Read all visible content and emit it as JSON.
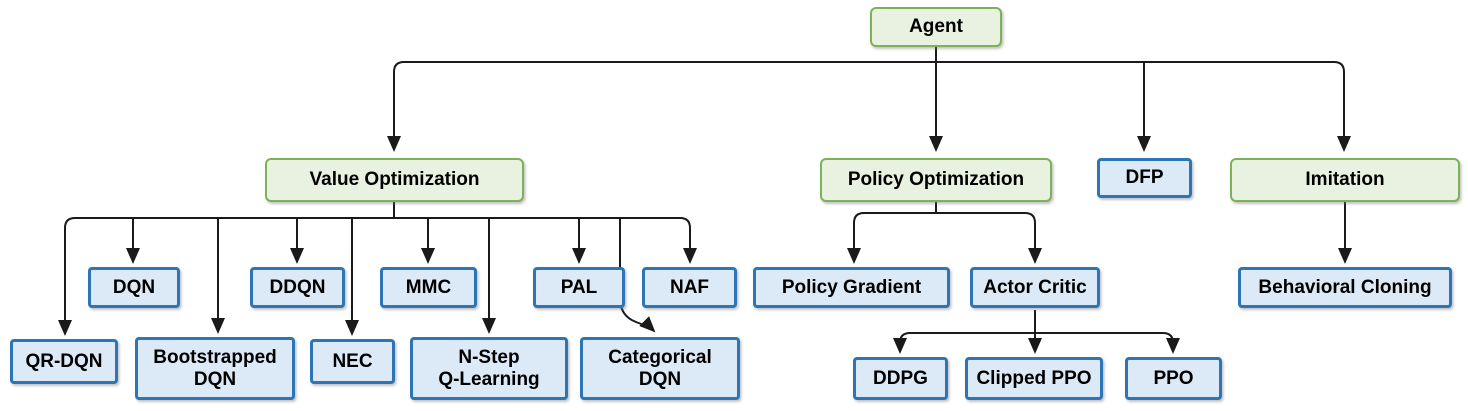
{
  "nodes": {
    "agent": {
      "label": "Agent",
      "type": "green"
    },
    "value_optimization": {
      "label": "Value Optimization",
      "type": "green"
    },
    "policy_optimization": {
      "label": "Policy Optimization",
      "type": "green"
    },
    "dfp": {
      "label": "DFP",
      "type": "blue"
    },
    "imitation": {
      "label": "Imitation",
      "type": "green"
    },
    "dqn": {
      "label": "DQN",
      "type": "blue"
    },
    "ddqn": {
      "label": "DDQN",
      "type": "blue"
    },
    "mmc": {
      "label": "MMC",
      "type": "blue"
    },
    "pal": {
      "label": "PAL",
      "type": "blue"
    },
    "naf": {
      "label": "NAF",
      "type": "blue"
    },
    "qr_dqn": {
      "label": "QR-DQN",
      "type": "blue"
    },
    "bootstrapped_dqn": {
      "label": "Bootstrapped\nDQN",
      "type": "blue"
    },
    "nec": {
      "label": "NEC",
      "type": "blue"
    },
    "n_step_q_learning": {
      "label": "N-Step\nQ-Learning",
      "type": "blue"
    },
    "categorical_dqn": {
      "label": "Categorical\nDQN",
      "type": "blue"
    },
    "policy_gradient": {
      "label": "Policy Gradient",
      "type": "blue"
    },
    "actor_critic": {
      "label": "Actor Critic",
      "type": "blue"
    },
    "ddpg": {
      "label": "DDPG",
      "type": "blue"
    },
    "clipped_ppo": {
      "label": "Clipped PPO",
      "type": "blue"
    },
    "ppo": {
      "label": "PPO",
      "type": "blue"
    },
    "behavioral_cloning": {
      "label": "Behavioral Cloning",
      "type": "blue"
    }
  },
  "edges": [
    [
      "agent",
      "value_optimization"
    ],
    [
      "agent",
      "policy_optimization"
    ],
    [
      "agent",
      "dfp"
    ],
    [
      "agent",
      "imitation"
    ],
    [
      "value_optimization",
      "qr_dqn"
    ],
    [
      "value_optimization",
      "dqn"
    ],
    [
      "value_optimization",
      "bootstrapped_dqn"
    ],
    [
      "value_optimization",
      "ddqn"
    ],
    [
      "value_optimization",
      "nec"
    ],
    [
      "value_optimization",
      "mmc"
    ],
    [
      "value_optimization",
      "n_step_q_learning"
    ],
    [
      "value_optimization",
      "pal"
    ],
    [
      "value_optimization",
      "categorical_dqn"
    ],
    [
      "value_optimization",
      "naf"
    ],
    [
      "policy_optimization",
      "policy_gradient"
    ],
    [
      "policy_optimization",
      "actor_critic"
    ],
    [
      "actor_critic",
      "ddpg"
    ],
    [
      "actor_critic",
      "clipped_ppo"
    ],
    [
      "actor_critic",
      "ppo"
    ],
    [
      "imitation",
      "behavioral_cloning"
    ]
  ],
  "colors": {
    "green_node_border": "#7CB356",
    "green_node_fill": "#E9F1E1",
    "blue_node_border": "#2E75B6",
    "blue_node_fill": "#DCE9F6",
    "connector": "#1A1A1A",
    "text": "#000000",
    "background": "#FFFFFF"
  }
}
